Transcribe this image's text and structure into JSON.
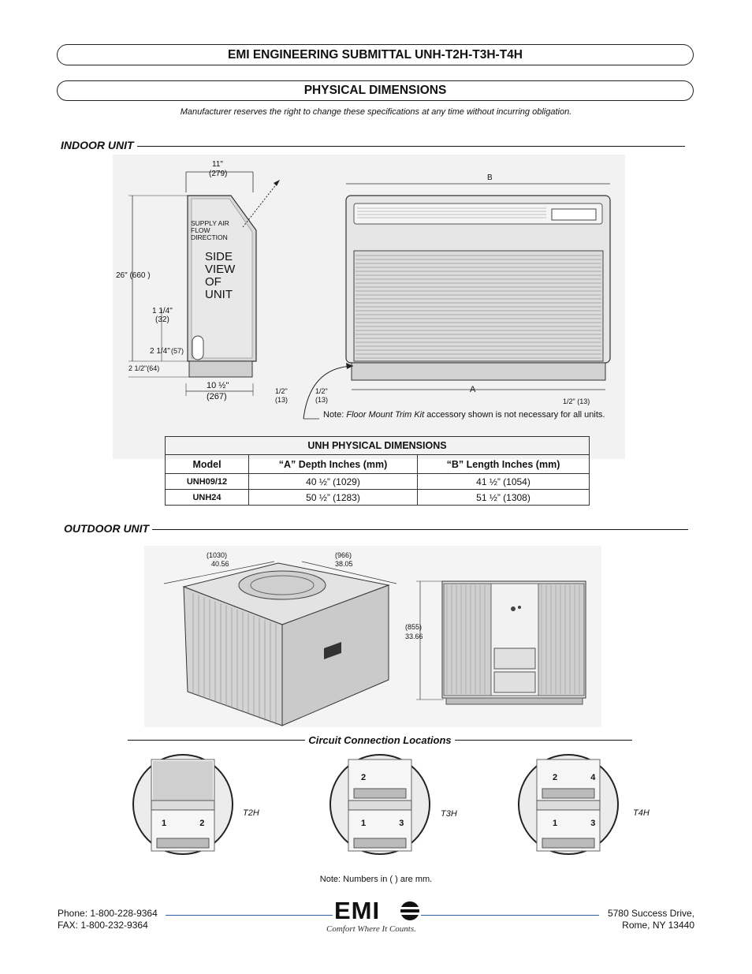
{
  "header": {
    "title": "EMI ENGINEERING SUBMITTAL UNH-T2H-T3H-T4H",
    "section": "PHYSICAL DIMENSIONS",
    "disclaimer": "Manufacturer reserves the right to change these specifications at any time without incurring obligation."
  },
  "indoor": {
    "heading": "INDOOR UNIT",
    "side_view": {
      "width_label": "11\"",
      "width_mm": "(279)",
      "height_label": "26\" (660 )",
      "airflow_label_1": "SUPPLY AIR",
      "airflow_label_2": "FLOW",
      "airflow_label_3": "DIRECTION",
      "view_label_1": "SIDE",
      "view_label_2": "VIEW",
      "view_label_3": "OF",
      "view_label_4": "UNIT",
      "dim_1_1_4": "1 1/4\"",
      "dim_1_1_4_mm": "(32)",
      "dim_2_1_4": "2 1/4\"",
      "dim_2_1_4_mm": "(57)",
      "dim_2_1_2": "2 1/2\"(64)",
      "depth_label": "10 ½\"",
      "depth_mm": "(267)",
      "half_label": "1/2\"",
      "half_mm": "(13)"
    },
    "front_view": {
      "b_label": "B",
      "a_label": "A",
      "half_left": "1/2\"",
      "half_left_mm": "(13)",
      "half_right": "1/2\" (13)",
      "note_prefix": "Note:",
      "note_italic": "Floor Mount Trim Kit",
      "note_suffix": "accessory shown is not necessary for all units."
    },
    "table": {
      "caption": "UNH PHYSICAL DIMENSIONS",
      "headers": [
        "Model",
        "“A” Depth Inches  (mm)",
        "“B” Length Inches  (mm)"
      ],
      "rows": [
        [
          "UNH09/12",
          "40 ½” (1029)",
          "41 ½” (1054)"
        ],
        [
          "UNH24",
          "50 ½” (1283)",
          "51 ½” (1308)"
        ]
      ]
    }
  },
  "outdoor": {
    "heading": "OUTDOOR UNIT",
    "dim_width_mm": "(1030)",
    "dim_width_in": "40.56",
    "dim_depth_mm": "(966)",
    "dim_depth_in": "38.05",
    "dim_height_mm": "(855)",
    "dim_height_in": "33.66",
    "circuit_heading": "Circuit Connection Locations",
    "circuits": [
      {
        "label": "T2H",
        "top_numbers": "",
        "bottom_numbers": "1  2"
      },
      {
        "label": "T3H",
        "top_numbers": "2",
        "bottom_numbers": "1  3"
      },
      {
        "label": "T4H",
        "top_numbers": "2  4",
        "bottom_numbers": "1  3"
      }
    ],
    "note": "Note: Numbers in ( ) are mm."
  },
  "footer": {
    "phone": "Phone: 1-800-228-9364",
    "fax": "FAX: 1-800-232-9364",
    "address_1": "5780 Success Drive,",
    "address_2": "Rome, NY 13440",
    "logo_text": "EMI",
    "tagline": "Comfort Where It Counts.",
    "rule_color": "#2a62a8"
  }
}
